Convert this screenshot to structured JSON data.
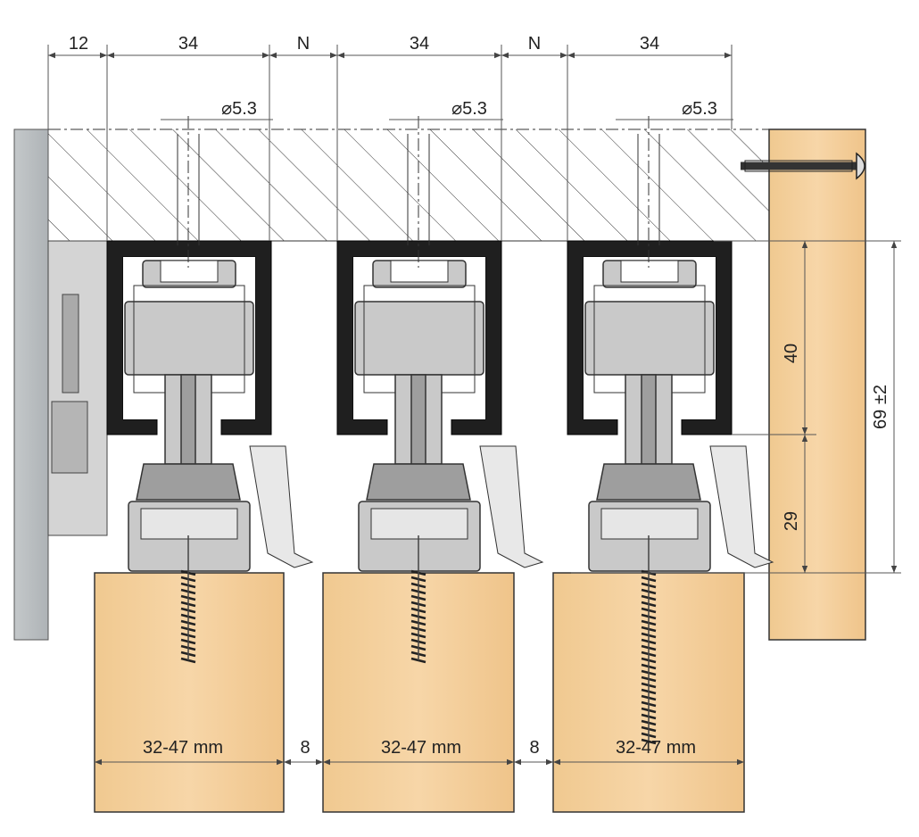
{
  "diagram": {
    "top_dimensions": [
      {
        "id": "dim-12",
        "label": "12"
      },
      {
        "id": "dim-34-a",
        "label": "34"
      },
      {
        "id": "dim-n-a",
        "label": "N"
      },
      {
        "id": "dim-34-b",
        "label": "34"
      },
      {
        "id": "dim-n-b",
        "label": "N"
      },
      {
        "id": "dim-34-c",
        "label": "34"
      }
    ],
    "hole_diameters": [
      {
        "id": "hole-a",
        "label": "⌀5.3"
      },
      {
        "id": "hole-b",
        "label": "⌀5.3"
      },
      {
        "id": "hole-c",
        "label": "⌀5.3"
      }
    ],
    "right_dimensions": {
      "upper": "40",
      "lower": "29",
      "total": "69 ±2"
    },
    "panel_widths": [
      {
        "id": "panel-a",
        "label": "32-47 mm"
      },
      {
        "id": "panel-b",
        "label": "32-47 mm"
      },
      {
        "id": "panel-c",
        "label": "32-47 mm"
      }
    ],
    "gaps": [
      {
        "id": "gap-a",
        "label": "8"
      },
      {
        "id": "gap-b",
        "label": "8"
      }
    ]
  }
}
